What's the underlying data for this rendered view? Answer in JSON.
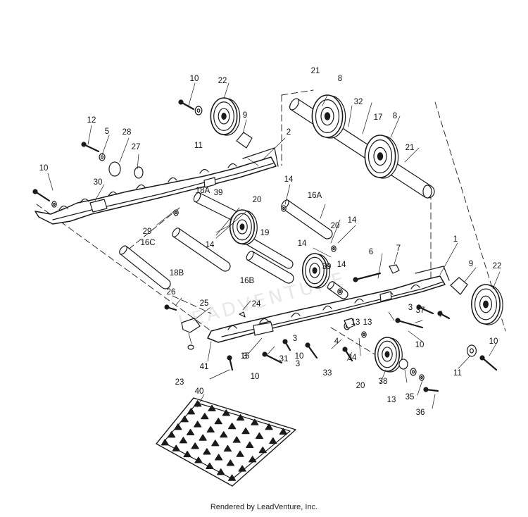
{
  "diagram": {
    "labels": [
      "1",
      "2",
      "3",
      "3",
      "3",
      "3",
      "4",
      "5",
      "6",
      "7",
      "8",
      "8",
      "9",
      "9",
      "10",
      "10",
      "10",
      "10",
      "10",
      "10",
      "11",
      "11",
      "12",
      "13",
      "13",
      "13",
      "14",
      "14",
      "14",
      "14",
      "14",
      "15",
      "16A",
      "16B",
      "16C",
      "17",
      "18A",
      "18B",
      "19",
      "20",
      "20",
      "20",
      "21",
      "21",
      "22",
      "22",
      "23",
      "24",
      "25",
      "26",
      "27",
      "28",
      "29",
      "30",
      "31",
      "32",
      "33",
      "34",
      "35",
      "36",
      "37",
      "38",
      "39",
      "39",
      "40",
      "41"
    ],
    "watermark": "LEADVENTURE",
    "credit": "Rendered by LeadVenture, Inc."
  }
}
